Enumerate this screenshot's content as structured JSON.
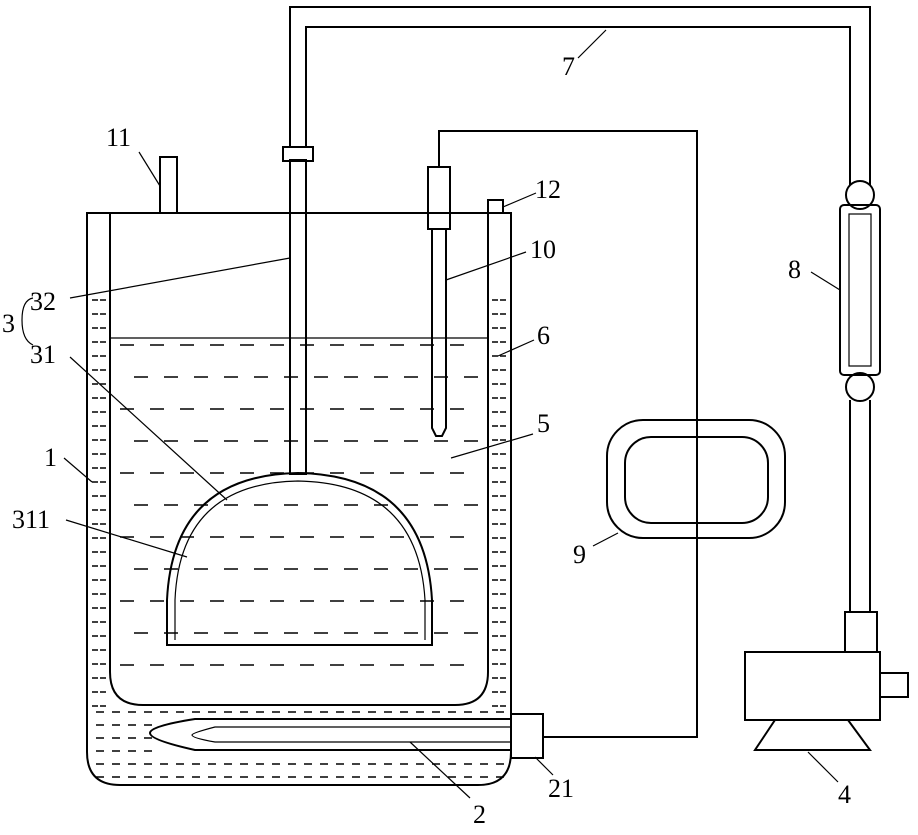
{
  "labels": {
    "l1": "1",
    "l2": "2",
    "l21": "21",
    "l3": "3",
    "l31": "31",
    "l311": "311",
    "l32": "32",
    "l4": "4",
    "l5": "5",
    "l6": "6",
    "l7": "7",
    "l8": "8",
    "l9": "9",
    "l10": "10",
    "l11": "11",
    "l12": "12"
  }
}
